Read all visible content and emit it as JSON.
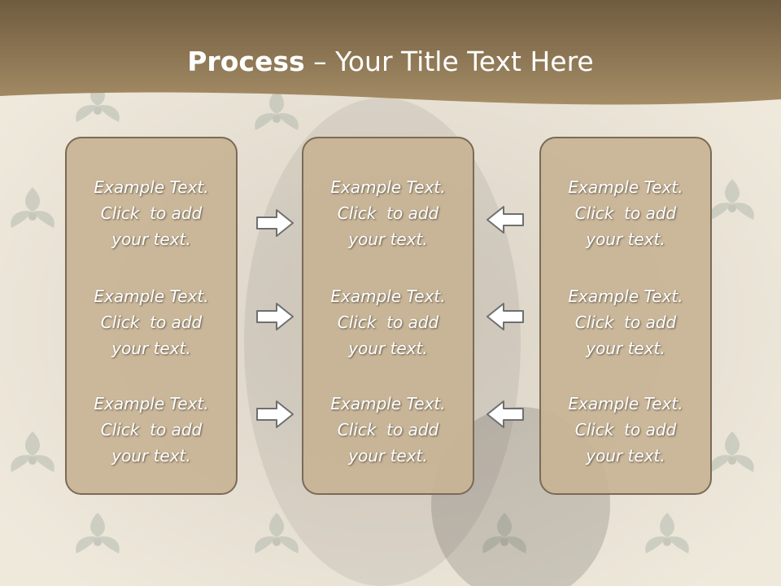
{
  "slide": {
    "title_bold": "Process",
    "title_rest": " – Your Title Text Here"
  },
  "columns": [
    {
      "items": [
        {
          "line1": "Example Text.",
          "line2": "Click  to add",
          "line3": "your text."
        },
        {
          "line1": "Example Text.",
          "line2": "Click  to add",
          "line3": "your text."
        },
        {
          "line1": "Example Text.",
          "line2": "Click  to add",
          "line3": "your text."
        }
      ]
    },
    {
      "items": [
        {
          "line1": "Example Text.",
          "line2": "Click  to add",
          "line3": "your text."
        },
        {
          "line1": "Example Text.",
          "line2": "Click  to add",
          "line3": "your text."
        },
        {
          "line1": "Example Text.",
          "line2": "Click  to add",
          "line3": "your text."
        }
      ]
    },
    {
      "items": [
        {
          "line1": "Example Text.",
          "line2": "Click  to add",
          "line3": "your text."
        },
        {
          "line1": "Example Text.",
          "line2": "Click  to add",
          "line3": "your text."
        },
        {
          "line1": "Example Text.",
          "line2": "Click  to add",
          "line3": "your text."
        }
      ]
    }
  ],
  "arrows": {
    "left_group": "right-arrow-icon",
    "right_group": "left-arrow-icon"
  },
  "colors": {
    "header": "#8d7654",
    "box_fill": "#c8b494",
    "box_border": "#7a6a57",
    "arrow_fill": "#ffffff",
    "arrow_stroke": "#6f6f6f"
  }
}
